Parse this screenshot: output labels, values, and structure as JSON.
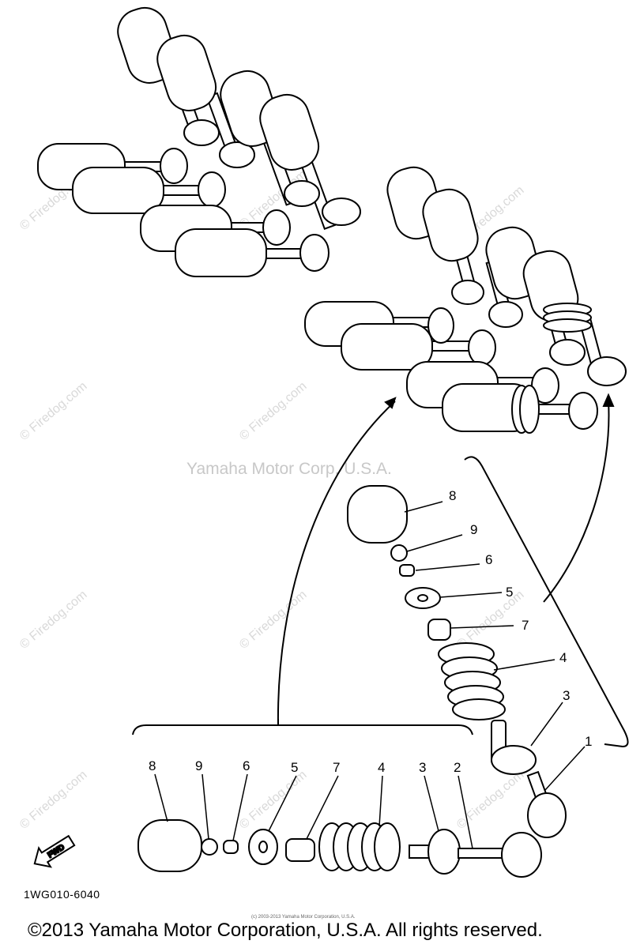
{
  "diagram": {
    "part_code": "1WG010-6040",
    "copyright": "©2013 Yamaha Motor Corporation, U.S.A. All rights reserved.",
    "tiny_credit": "(c) 2003-2013 Yamaha Motor Corporation, U.S.A.",
    "corp_watermark": "Yamaha Motor Corp, U.S.A.",
    "site_watermark": "© Firedog.com",
    "fwd_label": "FWD",
    "callouts_exploded": [
      "8",
      "9",
      "6",
      "5",
      "7",
      "4",
      "3",
      "1"
    ],
    "callouts_row": [
      "8",
      "9",
      "6",
      "5",
      "7",
      "4",
      "3",
      "2"
    ]
  }
}
